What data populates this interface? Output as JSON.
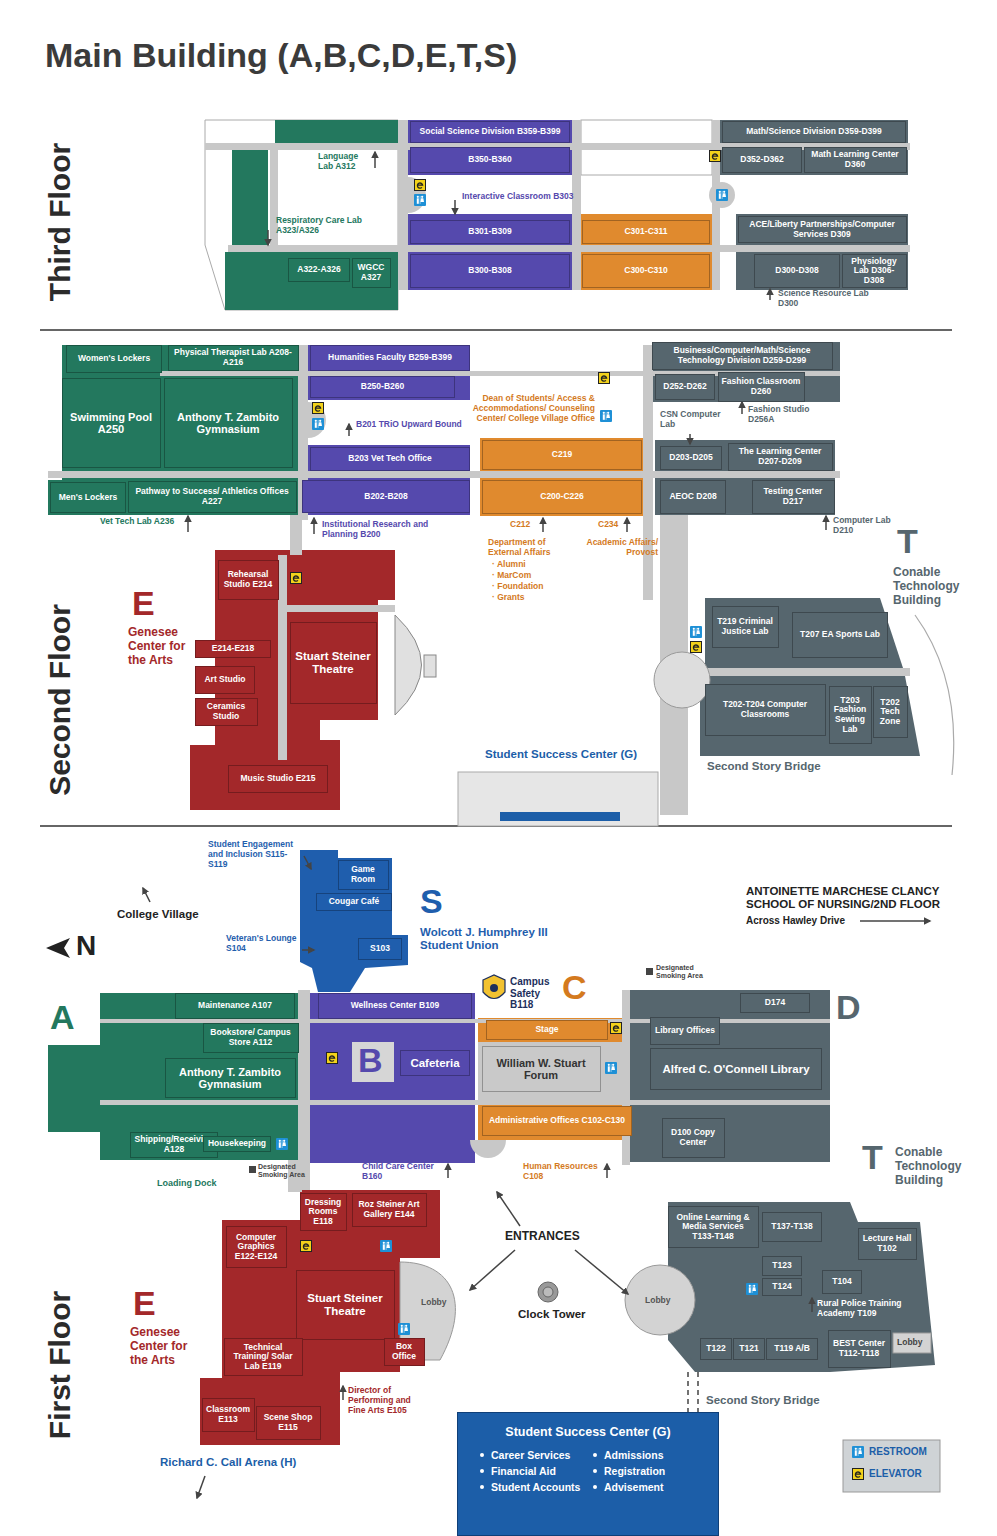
{
  "diagram": {
    "title": "Main Building (A,B,C,D,E,T,S)",
    "nodes": [
      {
        "text": [
          "A322-A326"
        ]
      },
      {
        "text": [
          "WGCC A327"
        ]
      },
      {
        "text": [
          "Social Science Division B359-B399"
        ]
      },
      {
        "text": [
          "B350-B360"
        ]
      },
      {
        "text": [
          "B301-B309"
        ]
      },
      {
        "text": [
          "B300-B308"
        ]
      },
      {
        "text": [
          "C301-C311"
        ]
      },
      {
        "text": [
          "C300-C310"
        ]
      },
      {
        "text": [
          "Math/Science Division D359-D399"
        ]
      },
      {
        "text": [
          "D352-D362"
        ]
      },
      {
        "text": [
          "Math Learning Center D360"
        ]
      },
      {
        "text": [
          "ACE/Liberty Partnerships/Computer Services D309"
        ]
      },
      {
        "text": [
          "D300-D308"
        ]
      },
      {
        "text": [
          "Physiology Lab D306-D308"
        ]
      },
      {
        "text": [
          "Women's Lockers"
        ]
      },
      {
        "text": [
          "Physical Therapist Lab A208-A216"
        ]
      },
      {
        "text": [
          "Swimming Pool A250"
        ]
      },
      {
        "text": [
          "Anthony T. Zambito Gymnasium"
        ]
      },
      {
        "text": [
          "Men's Lockers"
        ]
      },
      {
        "text": [
          "Pathway to Success/ Athletics Offices A227"
        ]
      },
      {
        "text": [
          "Humanities Faculty B259-B399"
        ]
      },
      {
        "text": [
          "B250-B260"
        ]
      },
      {
        "text": [
          "B203 Vet Tech Office"
        ]
      },
      {
        "text": [
          "B202-B208"
        ]
      },
      {
        "text": [
          "C219"
        ]
      },
      {
        "text": [
          "C200-C226"
        ]
      },
      {
        "text": [
          "Business/Computer/Math/Science Technology Division D259-D299"
        ]
      },
      {
        "text": [
          "D252-D262"
        ]
      },
      {
        "text": [
          "Fashion Classroom D260"
        ]
      },
      {
        "text": [
          "D203-D205"
        ]
      },
      {
        "text": [
          "The Learning Center D207-D209"
        ]
      },
      {
        "text": [
          "AEOC D208"
        ]
      },
      {
        "text": [
          "Testing Center D217"
        ]
      },
      {
        "text": [
          "Rehearsal Studio E214"
        ]
      },
      {
        "text": [
          "E214-E218"
        ]
      },
      {
        "text": [
          "Art Studio"
        ]
      },
      {
        "text": [
          "Ceramics Studio"
        ]
      },
      {
        "text": [
          "Stuart Steiner Theatre"
        ]
      },
      {
        "text": [
          "Music Studio E215"
        ]
      },
      {
        "text": [
          "T219 Criminal Justice Lab"
        ]
      },
      {
        "text": [
          "T207 EA Sports Lab"
        ]
      },
      {
        "text": [
          "T202-T204 Computer Classrooms"
        ]
      },
      {
        "text": [
          "T203 Fashion Sewing Lab"
        ]
      },
      {
        "text": [
          "T202 Tech Zone"
        ]
      },
      {
        "text": [
          "Game Room"
        ]
      },
      {
        "text": [
          "Cougar Café"
        ]
      },
      {
        "text": [
          "S103"
        ]
      },
      {
        "text": [
          "Maintenance A107"
        ]
      },
      {
        "text": [
          "Bookstore/ Campus Store A112"
        ]
      },
      {
        "text": [
          "Anthony T. Zambito Gymnasium"
        ]
      },
      {
        "text": [
          "Shipping/Receiving A128"
        ]
      },
      {
        "text": [
          "Housekeeping"
        ]
      },
      {
        "text": [
          "Wellness Center B109"
        ]
      },
      {
        "text": [
          "Cafeteria"
        ]
      },
      {
        "text": [
          "Stage"
        ]
      },
      {
        "text": [
          "William W. Stuart Forum"
        ]
      },
      {
        "text": [
          "Administrative Offices C102-C130"
        ]
      },
      {
        "text": [
          "D174"
        ]
      },
      {
        "text": [
          "Library Offices"
        ]
      },
      {
        "text": [
          "Alfred C. O'Connell Library"
        ]
      },
      {
        "text": [
          "D100 Copy Center"
        ]
      },
      {
        "text": [
          "Dressing Rooms E118"
        ]
      },
      {
        "text": [
          "Roz Steiner Art Gallery E144"
        ]
      },
      {
        "text": [
          "Computer Graphics E122-E124"
        ]
      },
      {
        "text": [
          "Stuart Steiner Theatre"
        ]
      },
      {
        "text": [
          "Technical Training/ Solar Lab E119"
        ]
      },
      {
        "text": [
          "Box Office"
        ]
      },
      {
        "text": [
          "Classroom E113"
        ]
      },
      {
        "text": [
          "Scene Shop E115"
        ]
      },
      {
        "text": [
          "Online Learning & Media Services T133-T148"
        ]
      },
      {
        "text": [
          "T137-T138"
        ]
      },
      {
        "text": [
          "Lecture Hall T102"
        ]
      },
      {
        "text": [
          "T123"
        ]
      },
      {
        "text": [
          "T124"
        ]
      },
      {
        "text": [
          "T104"
        ]
      },
      {
        "text": [
          "T122"
        ]
      },
      {
        "text": [
          "T121"
        ]
      },
      {
        "text": [
          "T119 A/B"
        ]
      },
      {
        "text": [
          "BEST Center T112-T118"
        ]
      },
      {
        "text": [
          "Student Success Center (G)",
          "Career Services",
          "Financial Aid",
          "Student Accounts",
          "Admissions",
          "Registration",
          "Advisement"
        ]
      }
    ],
    "labels": [
      "Third Floor",
      "Language Lab A312",
      "Respiratory Care Lab A323/A326",
      "Interactive Classroom B303",
      "Science Resource Lab D300",
      "Second Floor",
      "Vet Tech Lab A236",
      "B201 TRiO Upward Bound",
      "Institutional Research and Planning B200",
      "Dean of Students/ Access & Accommodations/ Counseling Center/ College Village Office",
      "C212",
      "Department of External Affairs",
      "· Alumni",
      "· MarCom",
      "· Foundation",
      "· Grants",
      "C234",
      "Academic Affairs/ Provost",
      "CSN Computer Lab",
      "Fashion Studio D256A",
      "Computer Lab D210",
      "T",
      "Conable Technology Building",
      "E",
      "Genesee Center for the Arts",
      "Student Success Center (G)",
      "Second Story Bridge",
      "First Floor",
      "Student Engagement and Inclusion S115-S119",
      "Veteran's Lounge S104",
      "College Village",
      "N",
      "S",
      "Wolcott J. Humphrey III Student Union",
      "ANTOINETTE MARCHESE CLANCY SCHOOL OF NURSING/2ND FLOOR",
      "Across Hawley Drive",
      "Designated Smoking Area",
      "Campus Safety B118",
      "C",
      "A",
      "B",
      "D",
      "Designated Smoking Area",
      "Loading Dock",
      "Child Care Center B160",
      "Human Resources C108",
      "ENTRANCES",
      "T",
      "Conable Technology Building",
      "E",
      "Genesee Center for the Arts",
      "Lobby",
      "Clock Tower",
      "Lobby",
      "Rural Police Training Academy T109",
      "Lobby",
      "Director of Performing and Fine Arts E105",
      "Second Story Bridge",
      "Richard C. Call Arena (H)"
    ],
    "legend": [
      {
        "text": "RESTROOM"
      },
      {
        "text": "ELEVATOR"
      }
    ]
  }
}
